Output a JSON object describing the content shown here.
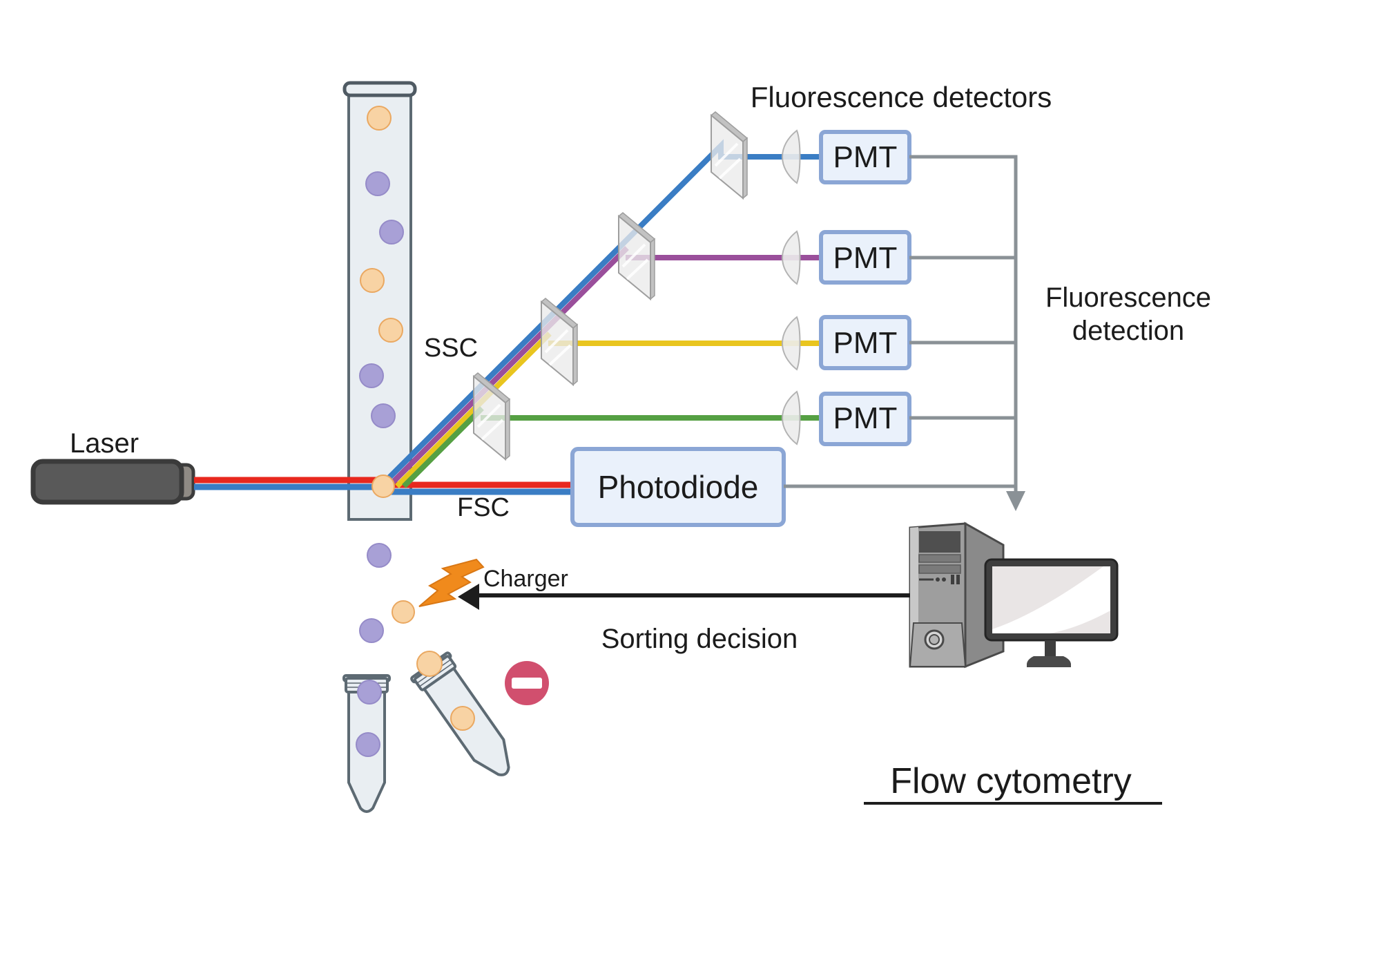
{
  "title": {
    "text": "Flow cytometry"
  },
  "labels": {
    "laser": "Laser",
    "ssc": "SSC",
    "fsc": "FSC",
    "charger": "Charger",
    "sorting_decision": "Sorting decision",
    "fluorescence_detectors": "Fluorescence detectors",
    "fluorescence_detection": [
      "Fluorescence",
      "detection"
    ],
    "photodiode": "Photodiode"
  },
  "detectors": [
    {
      "label": "PMT"
    },
    {
      "label": "PMT"
    },
    {
      "label": "PMT"
    },
    {
      "label": "PMT"
    }
  ],
  "colors": {
    "laser-red": "#e8281e",
    "laser-blue": "#3a7dc4",
    "beam-blue": "#3a7dc4",
    "beam-purple": "#9a4f9b",
    "beam-yellow": "#e9c51f",
    "beam-green": "#55a043",
    "wire-gray": "#8a9196",
    "bolt-orange": "#f08a1c",
    "no-entry-pink": "#d14f6e",
    "cell-orange": "#f8d3a4",
    "cell-orange-stroke": "#eaa861",
    "cell-purple": "#a8a0d6",
    "cell-purple-stroke": "#958bc8",
    "box-fill": "#eaf1fb",
    "box-stroke": "#8ba6d5",
    "tube-fill": "#e9eef2",
    "tube-stroke": "#5d6a73",
    "arrow-black": "#1d1d1d"
  }
}
